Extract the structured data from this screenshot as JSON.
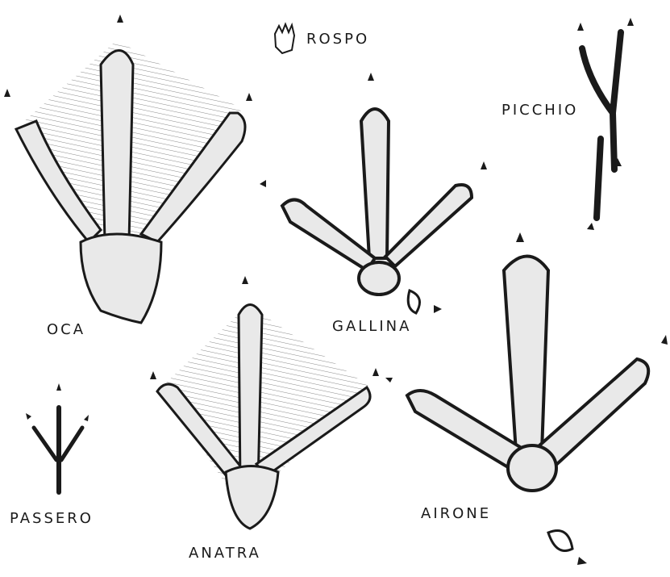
{
  "labels": {
    "rospo": "ROSPO",
    "picchio": "PICCHIO",
    "oca": "OCA",
    "gallina": "GALLINA",
    "passero": "PASSERO",
    "anatra": "ANATRA",
    "airone": "AIRONE"
  },
  "colors": {
    "ink": "#1a1a1a",
    "fill": "#e9e9e9",
    "web": "#8a8a8a"
  }
}
